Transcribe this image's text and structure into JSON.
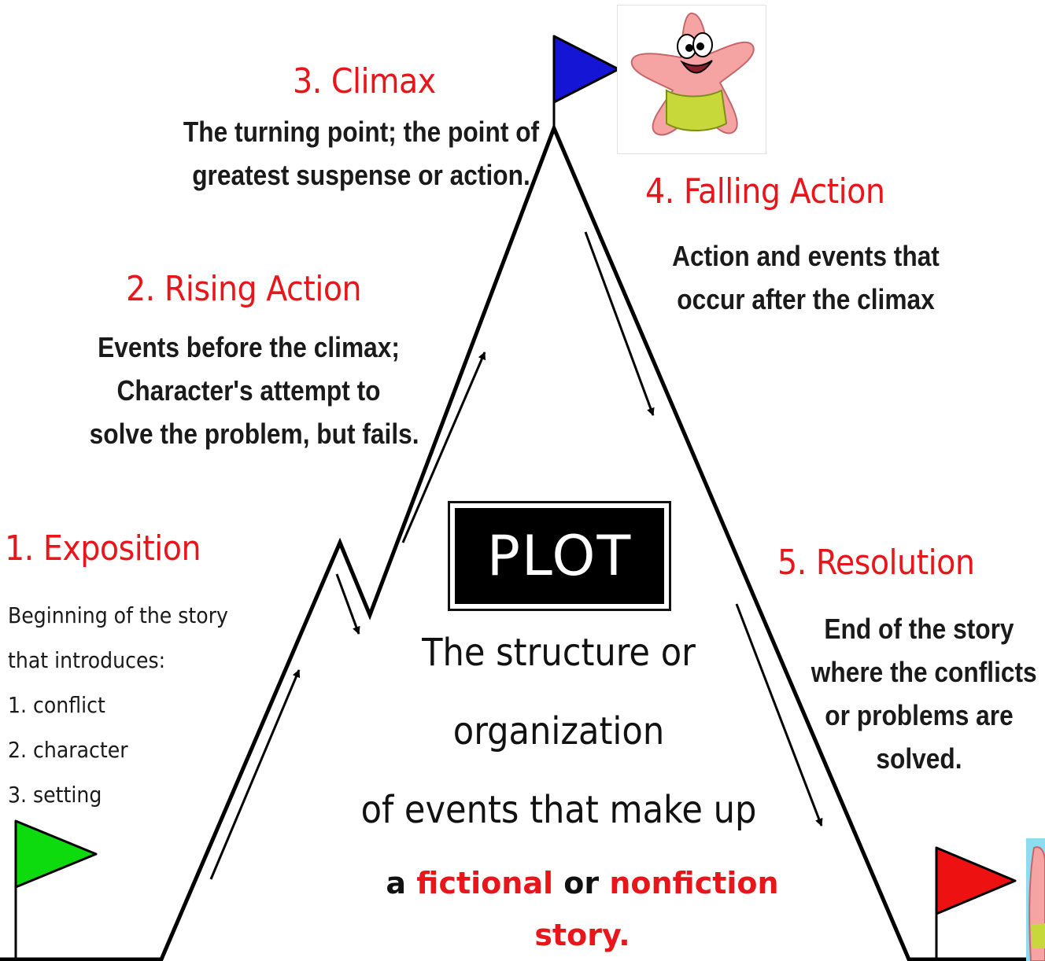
{
  "stages": [
    {
      "title": "1. Exposition",
      "lines": [
        "Beginning of the story",
        "that introduces:",
        "1. conflict",
        "2. character",
        "3. setting"
      ]
    },
    {
      "title": "2. Rising Action",
      "lines": [
        "Events before the climax;",
        "Character's attempt to",
        "solve the problem, but fails."
      ]
    },
    {
      "title": "3. Climax",
      "lines": [
        "The turning point; the point of",
        "greatest suspense or action."
      ]
    },
    {
      "title": "4. Falling Action",
      "lines": [
        "Action and events that",
        "occur after the climax"
      ]
    },
    {
      "title": "5. Resolution",
      "lines": [
        "End of the story",
        "where the conflicts",
        "or problems are",
        "solved."
      ]
    }
  ],
  "center": {
    "label": "PLOT",
    "definition_lines": [
      "The structure or",
      "organization",
      "of events that make up"
    ],
    "story_parts": [
      "a",
      "fictional",
      "or",
      "nonfiction",
      "story."
    ]
  },
  "colors": {
    "title_red": "#e8161b",
    "flag_green": "#0edb0e",
    "flag_blue": "#1515d6",
    "flag_red": "#ee1111"
  },
  "icons": [
    "green-flag-icon",
    "blue-flag-icon",
    "red-flag-icon",
    "starfish-character-icon"
  ]
}
